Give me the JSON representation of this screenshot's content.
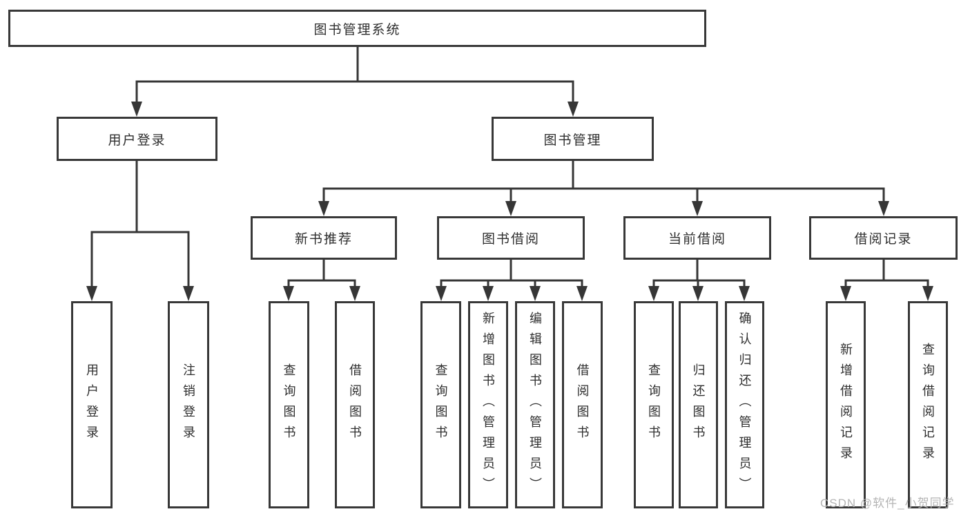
{
  "diagram": {
    "colors": {
      "line": "#363636",
      "box_border": "#383838",
      "text": "#2e2e2e",
      "watermark": "#b4b4b4",
      "background": "#ffffff"
    },
    "nodes": {
      "root": {
        "label": "图书管理系统"
      },
      "userLogin": {
        "label": "用户登录"
      },
      "bookMgmt": {
        "label": "图书管理"
      },
      "newBookRec": {
        "label": "新书推荐"
      },
      "bookBorrow": {
        "label": "图书借阅"
      },
      "currentBorrow": {
        "label": "当前借阅"
      },
      "borrowRecord": {
        "label": "借阅记录"
      }
    },
    "leaves": [
      {
        "parent": "用户登录",
        "label": "用户登录"
      },
      {
        "parent": "用户登录",
        "label": "注销登录"
      },
      {
        "parent": "新书推荐",
        "label": "查询图书"
      },
      {
        "parent": "新书推荐",
        "label": "借阅图书"
      },
      {
        "parent": "图书借阅",
        "label": "查询图书"
      },
      {
        "parent": "图书借阅",
        "label": "新增图书（管理员）"
      },
      {
        "parent": "图书借阅",
        "label": "编辑图书（管理员）"
      },
      {
        "parent": "图书借阅",
        "label": "借阅图书"
      },
      {
        "parent": "当前借阅",
        "label": "查询图书"
      },
      {
        "parent": "当前借阅",
        "label": "归还图书"
      },
      {
        "parent": "当前借阅",
        "label": "确认归还（管理员）"
      },
      {
        "parent": "借阅记录",
        "label": "新增借阅记录"
      },
      {
        "parent": "借阅记录",
        "label": "查询借阅记录"
      }
    ],
    "watermark": "CSDN @软件_小贺同学"
  }
}
